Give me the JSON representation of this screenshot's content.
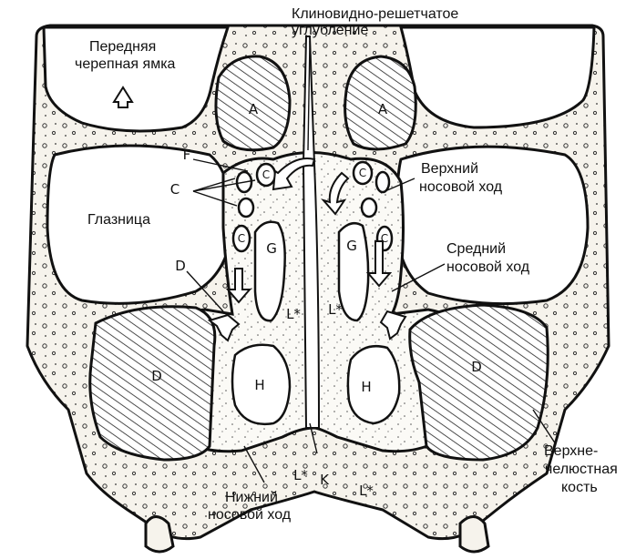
{
  "labels": {
    "sphenoethmoidal_recess": [
      "Клиновидно-решетчатое",
      "углубление"
    ],
    "anterior_cranial_fossa": [
      "Передняя",
      "черепная ямка"
    ],
    "orbit": "Глазница",
    "superior_meatus": [
      "Верхний",
      "носовой ход"
    ],
    "middle_meatus": [
      "Средний",
      "носовой ход"
    ],
    "inferior_meatus": [
      "Нижний",
      "носовой ход"
    ],
    "maxilla": [
      "Верхне-",
      "челюстная",
      "кость"
    ]
  },
  "structure_letters": {
    "A": "A",
    "C": "C",
    "D": "D",
    "F": "F",
    "G": "G",
    "H": "H",
    "K": "K",
    "L": "L*"
  }
}
